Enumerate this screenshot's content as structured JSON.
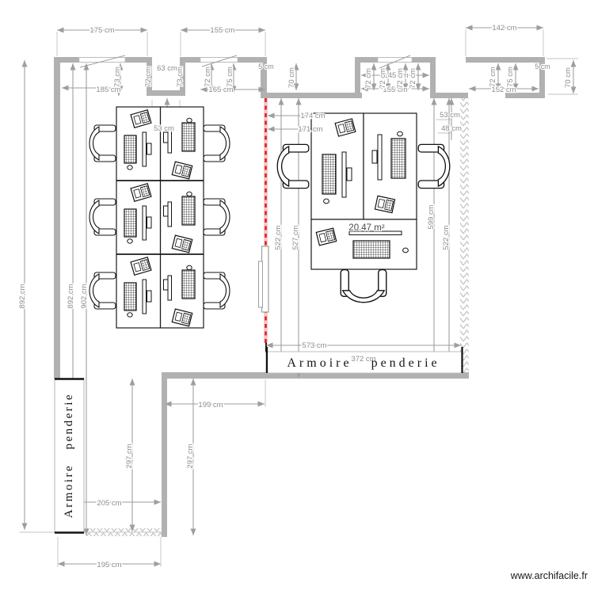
{
  "plan": {
    "area_label": "20.47 m²",
    "wardrobe_left_label": "Armoire penderie",
    "wardrobe_bottom_label": "Armoire penderie",
    "watermark": "www.archifacile.fr",
    "colors": {
      "wall": "#b1b1b1",
      "dimension_line": "#9e9e9e",
      "dimension_text": "#8d8d8d",
      "modified_wall_red": "#e31212",
      "furniture_outline": "#111111"
    },
    "dims": {
      "d175": "175 cm",
      "d155": "155 cm",
      "d142": "142 cm",
      "d63": "63 cm",
      "d5a": "5 cm",
      "d5b": "5 cm",
      "d185": "185 cm",
      "d165": "165 cm",
      "d145": "145 cm",
      "d155b": "155 cm",
      "d152": "152 cm",
      "d53a": "53 cm",
      "d53b": "53 cm",
      "d48": "48 cm",
      "d174": "174 cm",
      "d171": "171 cm",
      "d573": "573 cm",
      "d372": "372 cm",
      "d199": "199 cm",
      "d205": "205 cm",
      "d195": "195 cm",
      "v73a": "73 cm",
      "v72a": "72 cm",
      "v73b": "73 cm",
      "v72b": "72 cm",
      "v75a": "75 cm",
      "v70a": "70 cm",
      "v72c": "72 cm",
      "v72d": "72 cm",
      "v72e": "72 cm",
      "v72f": "72 cm",
      "v72g": "72 cm",
      "v75b": "75 cm",
      "v70b": "70 cm",
      "v892a": "892 cm",
      "v892b": "892 cm",
      "v902": "902 cm",
      "v522a": "522 cm",
      "v527": "527 cm",
      "v599": "599 cm",
      "v522b": "522 cm",
      "v297a": "297 cm",
      "v297b": "297 cm"
    }
  }
}
